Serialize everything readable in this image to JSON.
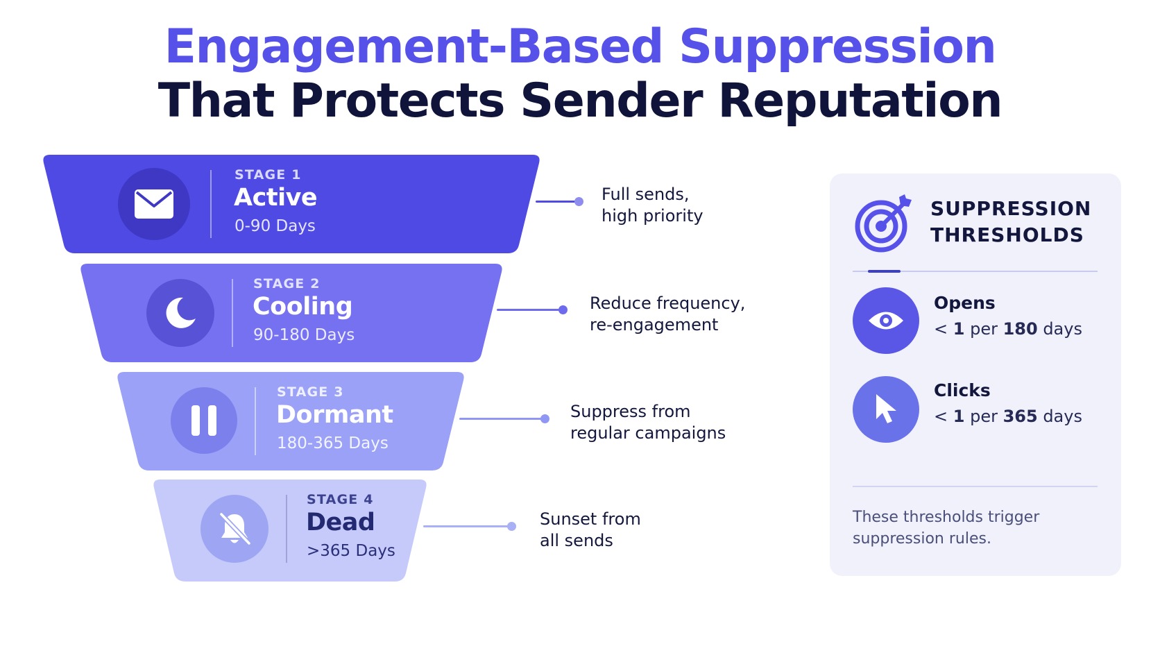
{
  "title": {
    "line1": "Engagement-Based Suppression",
    "line2": "That Protects Sender Reputation"
  },
  "stages": [
    {
      "label": "STAGE 1",
      "name": "Active",
      "days": "0-90 Days",
      "icon": "envelope-icon",
      "desc_line1": "Full sends,",
      "desc_line2": "high priority",
      "fill": "#4f4ae3",
      "circle": "#3e38c4",
      "text_color": "#ffffff",
      "label_color": "#d9d8ff"
    },
    {
      "label": "STAGE 2",
      "name": "Cooling",
      "days": "90-180 Days",
      "icon": "moon-icon",
      "desc_line1": "Reduce frequency,",
      "desc_line2": "re-engagement",
      "fill": "#7571f1",
      "circle": "#5752d6",
      "text_color": "#ffffff",
      "label_color": "#e3e2ff"
    },
    {
      "label": "STAGE 3",
      "name": "Dormant",
      "days": "180-365 Days",
      "icon": "pause-icon",
      "desc_line1": "Suppress from",
      "desc_line2": "regular campaigns",
      "fill": "#9aa1f6",
      "circle": "#7b80ec",
      "text_color": "#ffffff",
      "label_color": "#eef0ff"
    },
    {
      "label": "STAGE 4",
      "name": "Dead",
      "days": ">365 Days",
      "icon": "bell-off-icon",
      "desc_line1": "Sunset from",
      "desc_line2": "all sends",
      "fill": "#c5cafb",
      "circle": "#9ea6f3",
      "text_color": "#2b2f78",
      "label_color": "#3d4290"
    }
  ],
  "panel": {
    "title_line1": "SUPPRESSION",
    "title_line2": "THRESHOLDS",
    "icon": "target-icon",
    "metrics": [
      {
        "name": "Opens",
        "icon": "eye-icon",
        "prefix": "< ",
        "count": "1",
        "mid": " per ",
        "period": "180",
        "suffix": " days"
      },
      {
        "name": "Clicks",
        "icon": "cursor-icon",
        "prefix": "< ",
        "count": "1",
        "mid": " per ",
        "period": "365",
        "suffix": " days"
      }
    ],
    "note_line1": "These thresholds trigger",
    "note_line2": "suppression rules."
  },
  "colors": {
    "accent": "#5651e8",
    "dark": "#10143b",
    "panel_bg": "#f1f1fc",
    "metric_circle": "#5b57e6",
    "metric_circle_2": "#6a72ea"
  }
}
